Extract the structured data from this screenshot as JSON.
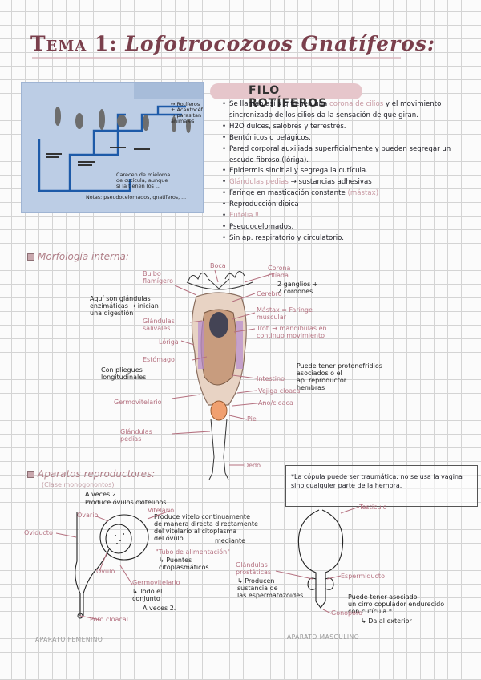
{
  "title": {
    "tema": "Tema 1:",
    "subject": "Lofotrocozoos Gnatíferos:"
  },
  "diagram": {
    "note_a": "↔ Rotíferos\n+ Acantocéfalos\n→ parasitan\nanimales",
    "note_b": "Carecen de mieloma\nde cutícula, aunque\nsí la tienen los ...",
    "note_c": "Notas: pseudocelomados, gnatíferos, ..."
  },
  "filo": {
    "heading": "FILO ROTÍFEROS",
    "bullets": [
      {
        "text": "Se llaman así x q tienen una ",
        "highlight": "corona de cilios",
        "rest": " y el movimiento sincronizado de los cilios da la sensación de que giran."
      },
      {
        "text": "H2O dulces, salobres y terrestres.",
        "highlight": "",
        "rest": ""
      },
      {
        "text": "Bentónicos o pelágicos.",
        "highlight": "",
        "rest": ""
      },
      {
        "text": "Pared corporal ",
        "highlight": "",
        "rest": "auxiliada superficialmente y pueden segregar un escudo fibroso (lóriga)."
      },
      {
        "text": "Epidermis sincitial y segrega la cutícula.",
        "highlight": "",
        "rest": ""
      },
      {
        "text": "",
        "highlight": "Glándulas pedias",
        "rest": " → sustancias adhesivas"
      },
      {
        "text": "Faringe en masticación constante ",
        "highlight": "(mástax)",
        "rest": ""
      },
      {
        "text": "Reproducción dioica",
        "highlight": "",
        "rest": ""
      },
      {
        "text": "",
        "highlight": "Eutelia ‼",
        "rest": ""
      },
      {
        "text": "Pseudocelomados.",
        "highlight": "",
        "rest": ""
      },
      {
        "text": "Sin ap. respiratorio y circulatorio.",
        "highlight": "",
        "rest": ""
      }
    ]
  },
  "morfologia": {
    "heading": "Morfología interna:",
    "labels": {
      "boca": "Boca",
      "corona": "Corona\nciliada",
      "bulbo": "Bulbo\nflamígero",
      "cerebro": "Cerebro",
      "ganglios": "2 ganglios +\n2 cordones",
      "nota_glandulas": "Aquí son glándulas\nenzimáticas → inician\nuna digestión",
      "glandulas_salivales": "Glándulas\nsalivales",
      "mastax": "Mástax = Faringe\nmuscular",
      "trofi": "Trofi → mandíbulas en\ncontinuo movimiento",
      "loriga": "Lóriga",
      "estomago": "Estómago",
      "pliegues": "Con pliegues\nlongitudinales",
      "intestino": "Intestino",
      "protonefridios": "Puede tener protonefridios\nasociados o el\nap. reproductor\nhembras",
      "vejiga": "Vejiga cloacal",
      "germovitelario": "Germovitelario",
      "ano": "Ano/cloaca",
      "pie": "Pie",
      "pedias": "Glándulas\npedias",
      "dedo": "Dedo"
    }
  },
  "aparatos": {
    "heading": "Aparatos reproductores:",
    "subheading": "(Clase monogonontos)",
    "nota": "*La cópula puede ser traumática: no se usa la vagina sino cualquier parte de la hembra.",
    "fem": {
      "aveces": "A veces 2",
      "produce": "Produce óvulos oxitelinos",
      "ovario": "Ovario",
      "vitelario": "Vitelario",
      "vitelario_desc": "Produce vitelo continuamente\nde manera directa directamente\ndel vitelario al citoplasma\ndel óvulo",
      "mediante": "mediante",
      "tubo": "\"Tubo de alimentación\"",
      "puentes": "↳ Puentes\ncitoplasmáticos",
      "ovulo": "Óvulo",
      "germovitelario": "Germovitelario",
      "todo": "↳ Todo el\nconjunto",
      "aveces2": "A veces 2.",
      "oviducto": "Oviducto",
      "poro": "Poro cloacal",
      "footer": "APARATO FEMENINO"
    },
    "masc": {
      "testiculo": "Testículo",
      "glandulas": "Glándulas\nprostáticas",
      "producen": "↳ Producen\nsustancia de\nlas espermatozoides",
      "espermiducto": "Espermiducto",
      "puede": "Puede tener asociado\nun cirro copulador endurecido\ncon cutícula *",
      "gonoporo": "Gonoporo",
      "exterior": "↳ Da al exterior",
      "footer": "APARATO MASCULINO"
    }
  }
}
